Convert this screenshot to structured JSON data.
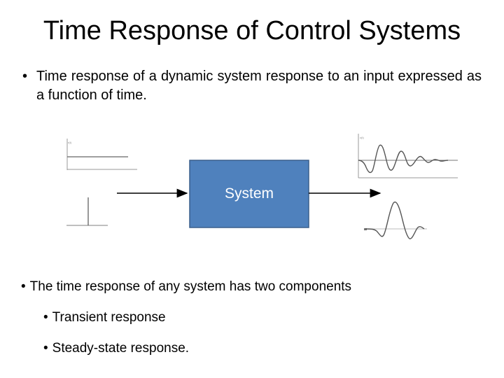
{
  "slide": {
    "title": "Time Response of Control Systems",
    "bullets": {
      "intro": "Time response of a dynamic system response to an input expressed as a function of time.",
      "components": "The time response of any system has two components",
      "transient": "Transient response",
      "steady_state": "Steady-state response."
    },
    "bullet_symbol": "•"
  },
  "diagram": {
    "system_label": "System",
    "colors": {
      "system_fill": "#4f81bd",
      "system_border": "#3a5f8b",
      "signal_line": "#555555",
      "axis_line": "#777777",
      "arrow": "#000000"
    }
  }
}
